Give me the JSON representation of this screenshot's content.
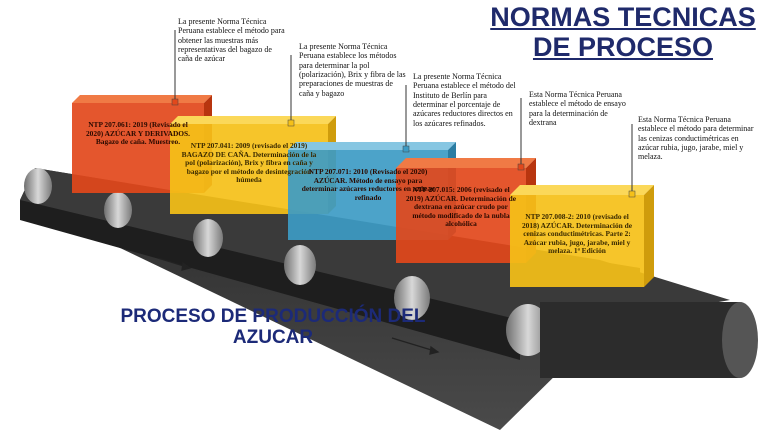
{
  "title": "NORMAS TECNICAS DE PROCESO",
  "subtitle": "PROCESO DE PRODUCCIÓN DEL AZUCAR",
  "colors": {
    "title": "#1f2a6b",
    "belt": "#3a3a3a",
    "roller": "#b5b5b5",
    "red": "#e2481b",
    "yellow": "#f5c018",
    "blue": "#3d9bc4"
  },
  "standards": [
    {
      "color": "red",
      "box_text": "NTP 207.061: 2019 (Revisado el 2020) AZÚCAR Y DERIVADOS. Bagazo de caña. Muestreo.",
      "note": "La presente Norma Técnica Peruana establece el método para obtener las muestras más representativas del bagazo de caña de azúcar"
    },
    {
      "color": "yellow",
      "box_text": "NTP 207.041: 2009 (revisado el 2019) BAGAZO DE CAÑA. Determinación de la pol (polarización), Brix y fibra en caña y bagazo por el método de desintegración húmeda",
      "note": "La presente Norma Técnica Peruana establece los métodos para determinar la pol (polarización), Brix y fibra de las preparaciones de muestras de caña y bagazo"
    },
    {
      "color": "blue",
      "box_text": "NTP 207.071: 2010 (Revisado el 2020) AZÚCAR. Método de ensayo para determinar azúcares reductores en azúcar refinado",
      "note": "La presente Norma Técnica Peruana establece el método del Instituto de Berlín para determinar el porcentaje de azúcares reductores directos en los azúcares refinados."
    },
    {
      "color": "red",
      "box_text": "NTP 207.015: 2006 (revisado el 2019) AZÚCAR. Determinación de dextrana en azúcar crudo por método modificado de la nubla alcohólica",
      "note": "Esta Norma Técnica Peruana establece el método de ensayo para la determinación de dextrana"
    },
    {
      "color": "yellow",
      "box_text": "NTP 207.008-2: 2010 (revisado el 2018) AZÚCAR. Determinación de cenizas conductimétricas. Parte 2: Azúcar rubia, jugo, jarabe, miel y melaza. 1ª Edición",
      "note": "Esta Norma Técnica Peruana establece el método para determinar las cenizas conductimétricas en azúcar rubia, jugo, jarabe, miel y melaza."
    }
  ]
}
